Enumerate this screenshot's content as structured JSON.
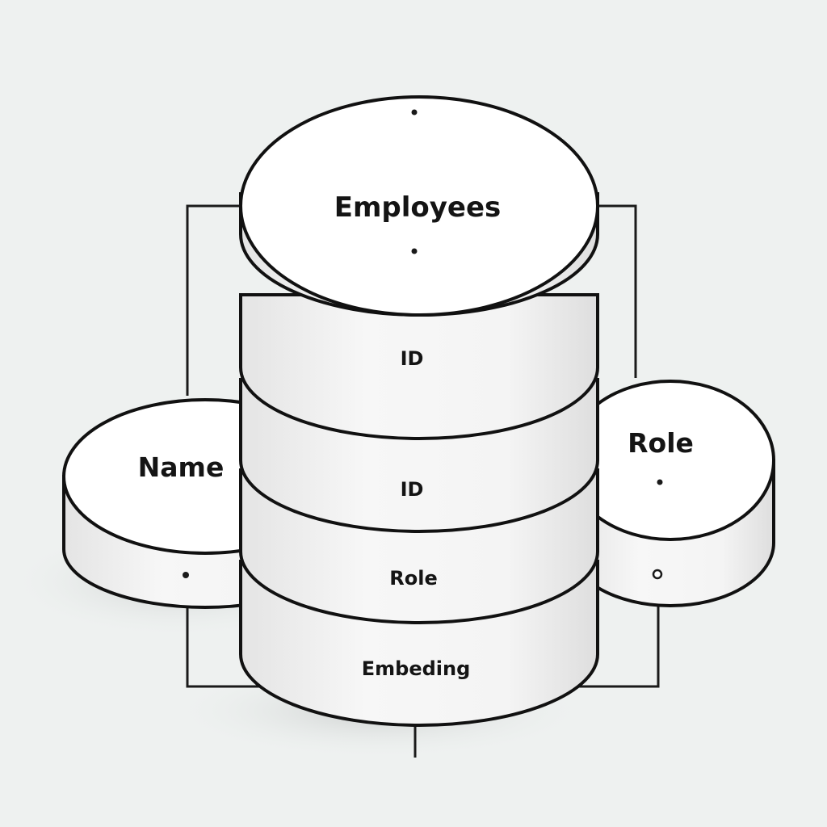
{
  "diagram": {
    "main_cylinder": {
      "title": "Employees",
      "segments": [
        "ID",
        "ID",
        "Role",
        "Embeding"
      ]
    },
    "left_cylinder": {
      "label": "Name"
    },
    "right_cylinder": {
      "label": "Role"
    },
    "colors": {
      "background": "#eef1f0",
      "fill_top": "#ffffff",
      "fill_side": "#f3f3f3",
      "stroke": "#111111",
      "text": "#141414"
    }
  }
}
